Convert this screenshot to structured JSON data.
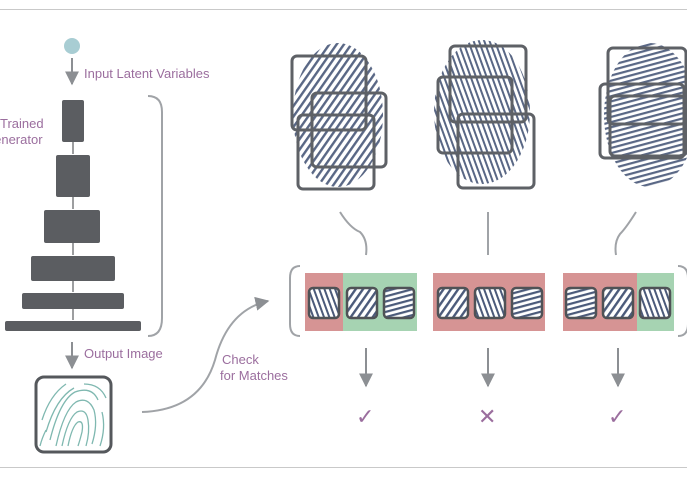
{
  "labels": {
    "input_latent": "Input Latent Variables",
    "trained_generator_line1": "Trained",
    "trained_generator_line2": "Generator",
    "output_image": "Output Image",
    "check_line1": "Check",
    "check_line2": "for Matches"
  },
  "results": [
    {
      "symbol": "✓",
      "match": true
    },
    {
      "symbol": "✕",
      "match": false
    },
    {
      "symbol": "✓",
      "match": true
    }
  ],
  "colors": {
    "label_purple": "#9b6e9e",
    "generator_gray": "#5b5d61",
    "arrow_gray": "#8c8f93",
    "latent_dot": "#a8cdd3",
    "nonmatch_red": "#d69494",
    "match_green": "#a6d3b2",
    "fingerprint_ink": "#4b5a7a",
    "output_print": "#7fb8b0"
  },
  "icons": {
    "latent": "latent-dot-icon",
    "match": "check-icon",
    "nonmatch": "cross-icon"
  }
}
